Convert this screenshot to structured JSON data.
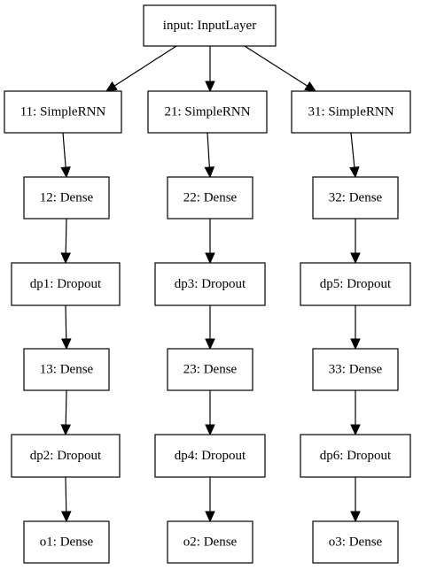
{
  "diagram": {
    "nodes": [
      {
        "id": "input",
        "label": "input: InputLayer"
      },
      {
        "id": "11",
        "label": "11: SimpleRNN"
      },
      {
        "id": "21",
        "label": "21: SimpleRNN"
      },
      {
        "id": "31",
        "label": "31: SimpleRNN"
      },
      {
        "id": "12",
        "label": "12: Dense"
      },
      {
        "id": "22",
        "label": "22: Dense"
      },
      {
        "id": "32",
        "label": "32: Dense"
      },
      {
        "id": "dp1",
        "label": "dp1: Dropout"
      },
      {
        "id": "dp3",
        "label": "dp3: Dropout"
      },
      {
        "id": "dp5",
        "label": "dp5: Dropout"
      },
      {
        "id": "13",
        "label": "13: Dense"
      },
      {
        "id": "23",
        "label": "23: Dense"
      },
      {
        "id": "33",
        "label": "33: Dense"
      },
      {
        "id": "dp2",
        "label": "dp2: Dropout"
      },
      {
        "id": "dp4",
        "label": "dp4: Dropout"
      },
      {
        "id": "dp6",
        "label": "dp6: Dropout"
      },
      {
        "id": "o1",
        "label": "o1: Dense"
      },
      {
        "id": "o2",
        "label": "o2: Dense"
      },
      {
        "id": "o3",
        "label": "o3: Dense"
      }
    ],
    "edges": [
      [
        "input",
        "11"
      ],
      [
        "input",
        "21"
      ],
      [
        "input",
        "31"
      ],
      [
        "11",
        "12"
      ],
      [
        "12",
        "dp1"
      ],
      [
        "dp1",
        "13"
      ],
      [
        "13",
        "dp2"
      ],
      [
        "dp2",
        "o1"
      ],
      [
        "21",
        "22"
      ],
      [
        "22",
        "dp3"
      ],
      [
        "dp3",
        "23"
      ],
      [
        "23",
        "dp4"
      ],
      [
        "dp4",
        "o2"
      ],
      [
        "31",
        "32"
      ],
      [
        "32",
        "dp5"
      ],
      [
        "dp5",
        "33"
      ],
      [
        "33",
        "dp6"
      ],
      [
        "dp6",
        "o3"
      ]
    ]
  }
}
